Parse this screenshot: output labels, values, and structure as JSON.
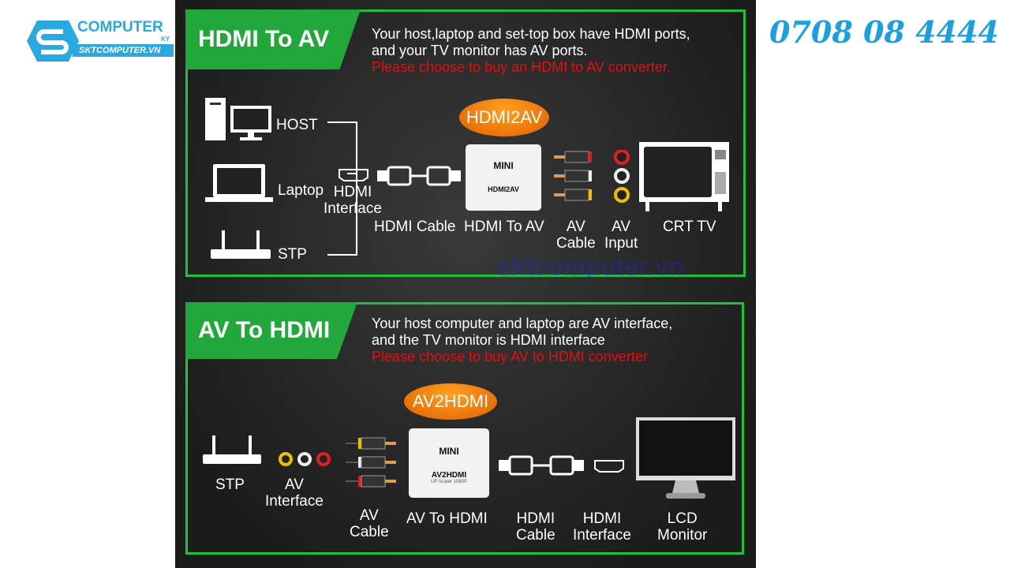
{
  "logo": {
    "name": "COMPUTER",
    "suffix": "KY",
    "url": "SKTCOMPUTER.VN"
  },
  "phone": "0708 08 4444",
  "watermark": "sktcomputer.vn",
  "section1": {
    "title": "HDMI To AV",
    "desc1": "Your host,laptop and set-top box have HDMI ports,",
    "desc2": "and your TV monitor has AV ports.",
    "desc_red": "Please choose to buy an HDMI to AV converter.",
    "bubble": "HDMI2AV",
    "device_top": "MINI",
    "device_name": "HDMI2AV",
    "labels": {
      "host": "HOST",
      "laptop": "Laptop",
      "stp": "STP",
      "hdmi_interface": "HDMI\nInterface",
      "hdmi_cable": "HDMI Cable",
      "converter": "HDMI To AV",
      "av_cable": "AV\nCable",
      "av_input": "AV\nInput",
      "tv": "CRT TV"
    }
  },
  "section2": {
    "title": "AV To HDMI",
    "desc1": "Your host computer and laptop are AV interface,",
    "desc2": "and the TV monitor is HDMI interface",
    "desc_red": "Please choose to buy AV to HDMI converter",
    "bubble": "AV2HDMI",
    "device_top": "MINI",
    "device_name": "AV2HDMI",
    "device_sub": "UP Scaler 1080P",
    "labels": {
      "stp": "STP",
      "av_interface": "AV\nInterface",
      "av_cable": "AV\nCable",
      "converter": "AV To HDMI",
      "hdmi_cable": "HDMI\nCable",
      "hdmi_interface": "HDMI\nInterface",
      "monitor": "LCD\nMonitor"
    }
  }
}
